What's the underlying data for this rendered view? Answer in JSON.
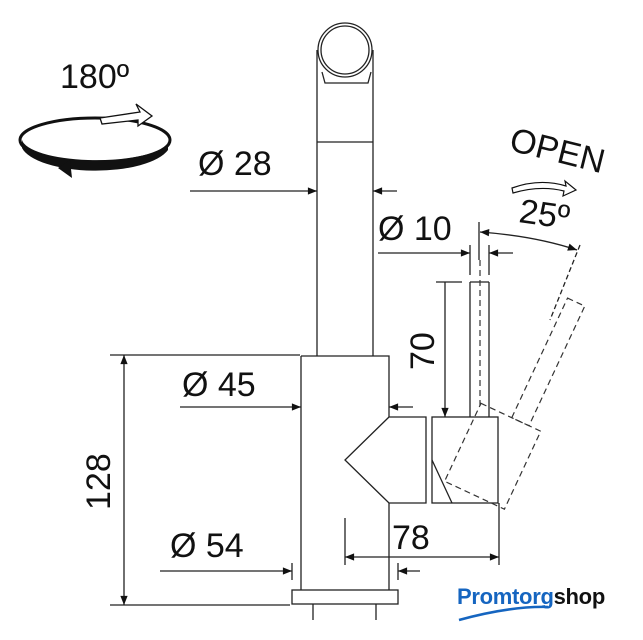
{
  "labels": {
    "rotation": "180º",
    "d28": "Ø 28",
    "d10": "Ø 10",
    "d45": "Ø 45",
    "d54": "Ø 54",
    "h70": "70",
    "h128": "128",
    "w78": "78",
    "open": "OPEN",
    "angle": "25º"
  },
  "logo": {
    "part1": "Promtorg",
    "part2": "shop"
  },
  "colors": {
    "line": "#222222",
    "brand": "#1565c0"
  }
}
